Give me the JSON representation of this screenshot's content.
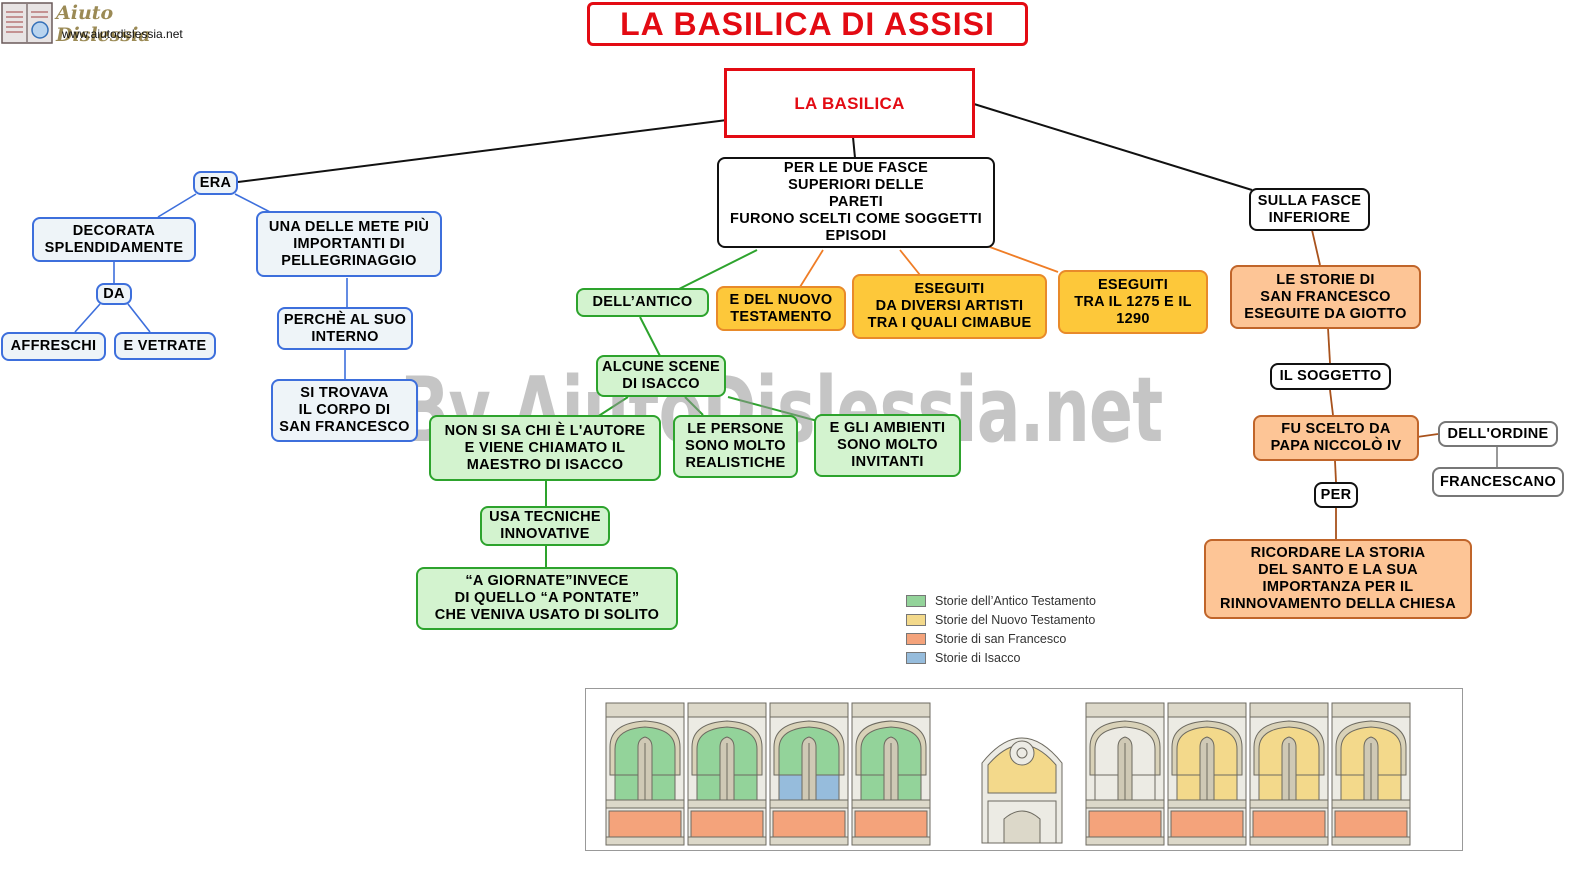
{
  "header": {
    "logo_name": "Aiuto Dislessia",
    "logo_url": "www.aiutodislessia.net",
    "title": "LA BASILICA DI ASSISI"
  },
  "watermark": "By AiutoDislessia.net",
  "nodes": {
    "root": "LA BASILICA",
    "era": "ERA",
    "decorata": "DECORATA\nSPLENDIDAMENTE",
    "da": "DA",
    "affreschi": "AFFRESCHI",
    "vetrate": "E VETRATE",
    "mete": "UNA DELLE METE PIÙ\nIMPORTANTI DI\nPELLEGRINAGGIO",
    "perche": "PERCHÈ AL SUO\nINTERNO",
    "corpo": "SI TROVAVA\nIL CORPO DI\nSAN FRANCESCO",
    "fasce_sup": "PER  LE  DUE  FASCE\nSUPERIORI  DELLE\nPARETI\nFURONO SCELTI COME SOGGETTI\nEPISODI",
    "antico": "DELL’ANTICO",
    "nuovo": "E DEL NUOVO\nTESTAMENTO",
    "artisti": "ESEGUITI\nDA DIVERSI ARTISTI\nTRA I QUALI CIMABUE",
    "anni": "ESEGUITI\nTRA IL 1275 E IL\n1290",
    "isacco": "ALCUNE SCENE\nDI ISACCO",
    "autore": "NON SI SA CHI È L'AUTORE\nE VIENE CHIAMATO IL\nMAESTRO DI ISACCO",
    "persone": "LE PERSONE\nSONO MOLTO\nREALISTICHE",
    "ambienti": "E GLI AMBIENTI\nSONO MOLTO\nINVITANTI",
    "tecniche": "USA TECNICHE\nINNOVATIVE",
    "giornate": "“A GIORNATE”INVECE\nDI QUELLO “A PONTATE”\nCHE VENIVA USATO DI SOLITO",
    "fasce_inf": "SULLA FASCE\nINFERIORE",
    "storie": "LE STORIE DI\nSAN FRANCESCO\nESEGUITE DA GIOTTO",
    "soggetto": "IL SOGGETTO",
    "niccolo": "FU SCELTO DA\nPAPA  NICCOLÒ IV",
    "ordine": "DELL'ORDINE",
    "francescano": "FRANCESCANO",
    "per": "PER",
    "ricordare": "RICORDARE LA STORIA\nDEL SANTO E LA SUA\nIMPORTANZA PER IL\nRINNOVAMENTO DELLA CHIESA"
  },
  "legend": [
    {
      "label": "Storie dell’Antico Testamento",
      "color": "#93d39a"
    },
    {
      "label": "Storie del Nuovo Testamento",
      "color": "#f3d98b"
    },
    {
      "label": "Storie di san Francesco",
      "color": "#f4a37b"
    },
    {
      "label": "Storie di Isacco",
      "color": "#96bcdc"
    }
  ],
  "colors": {
    "blue_branch": "#3d6fdc",
    "green_branch": "#2da32d",
    "yellow_fill": "#fdc83a",
    "orange_branch": "#c0652a",
    "title_red": "#e30b13"
  }
}
